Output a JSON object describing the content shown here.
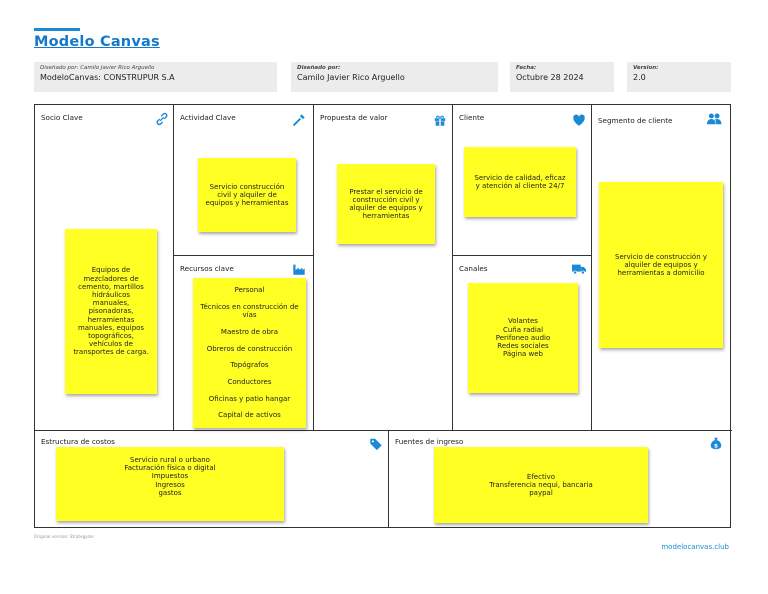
{
  "page": {
    "title": "Modelo Canvas",
    "footer_left": "Original version: Strategyzer",
    "footer_right": "modelocanvas.club"
  },
  "header": {
    "designed_for": {
      "label": "Diseñado por: Camilo Javier Rico Arguello",
      "value": "ModeloCanvas: CONSTRUPUR S.A"
    },
    "designed_by": {
      "label": "Diseñado por:",
      "value": "Camilo Javier Rico Arguello"
    },
    "date": {
      "label": "Fecha:",
      "value": "Octubre 28 2024"
    },
    "version": {
      "label": "Version:",
      "value": "2.0"
    }
  },
  "blocks": {
    "socio_clave": {
      "title": "Socio Clave",
      "icon": "link-icon",
      "lines": [
        "Equipos de",
        "mezcladores de",
        "cemento, martillos",
        "hidráulicos",
        "manuales,",
        "pisonadoras,",
        "herramientas",
        "manuales, equipos",
        "topográficos,",
        "vehículos  de",
        "transportes de carga."
      ]
    },
    "actividad_clave": {
      "title": "Actividad Clave",
      "icon": "tool-icon",
      "lines": [
        "Servicio construcción",
        "civil y alquiler de",
        "equipos y herramientas"
      ]
    },
    "recursos_clave": {
      "title": "Recursos clave",
      "icon": "factory-icon",
      "items": [
        "Personal",
        "Técnicos en construcción de vías",
        "Maestro de obra",
        "Obreros de construcción",
        "Topógrafos",
        "Conductores",
        "Oficinas y patio hangar",
        "Capital de activos"
      ]
    },
    "propuesta_valor": {
      "title": "Propuesta de valor",
      "icon": "gift-icon",
      "lines": [
        "Prestar el servicio de",
        "construcción civil  y",
        "alquiler de equipos  y",
        "herramientas"
      ]
    },
    "cliente": {
      "title": "Cliente",
      "icon": "heart-icon",
      "lines": [
        "Servicio de calidad, eficaz",
        "y atención al cliente 24/7"
      ]
    },
    "canales": {
      "title": "Canales",
      "icon": "truck-icon",
      "lines": [
        "Volantes",
        "Cuña radial",
        "Perifoneo audio",
        "Redes sociales",
        "Página web"
      ]
    },
    "segmento": {
      "title": "Segmento de cliente",
      "icon": "users-icon",
      "lines": [
        "Servicio de construcción y",
        "alquiler de equipos y",
        "herramientas a domicilio"
      ]
    },
    "costos": {
      "title": "Estructura de costos",
      "icon": "tag-icon",
      "lines": [
        "Servicio rural o urbano",
        "Facturación física o digital",
        "Impuestos",
        "Ingresos",
        "gastos"
      ]
    },
    "ingresos": {
      "title": "Fuentes de ingreso",
      "icon": "money-bag-icon",
      "lines": [
        "Efectivo",
        "Transferencia nequi,  bancaria",
        "paypal"
      ]
    }
  },
  "colors": {
    "accent": "#1a8ad6",
    "sticky": "#ffff24",
    "header_bg": "#ececec"
  }
}
